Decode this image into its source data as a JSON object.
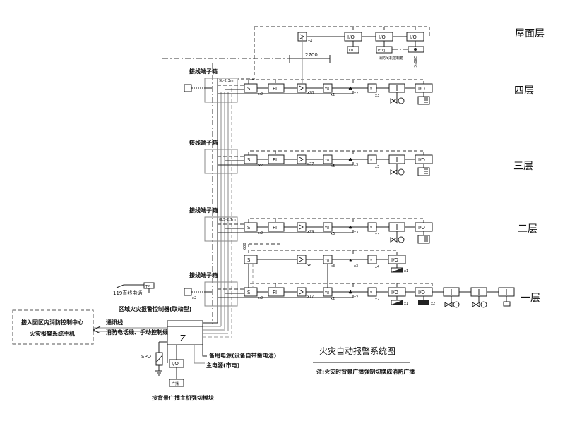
{
  "floors": {
    "roof": "屋面层",
    "f4": "四层",
    "f3": "三层",
    "f2": "二层",
    "f1": "一层"
  },
  "terminal_box": "接线端子箱",
  "terminal_codes": {
    "f4": "9L-2.3m",
    "f2": "0L5-2.7m"
  },
  "symbols": {
    "si": "SI",
    "fi": "FI",
    "io": "I/O",
    "i": "I",
    "dt": "DT",
    "pyfj": "PYFJ",
    "z": "Z",
    "tp": "TP",
    "broadcast": "广播"
  },
  "counts": {
    "roof_detector": "x4",
    "f4": {
      "si": "x2",
      "det": "x28",
      "hyd": "x2",
      "bell": "x2",
      "y": "x3"
    },
    "f3": {
      "si": "x2",
      "det": "x27",
      "hyd": "x3",
      "bell": "x3",
      "y": "x3"
    },
    "f2": {
      "si": "x2",
      "det": "x29",
      "hyd": "x3",
      "bell": "x3",
      "y": "x3"
    },
    "f1b": {
      "det": "x6",
      "hyd": "x3",
      "bell": "x3",
      "y": "x4",
      "io": "x1"
    },
    "f1": {
      "phone": "x2",
      "si": "x2",
      "det": "x17",
      "hyd": "x2",
      "bell": "x2",
      "y": "x2",
      "io1": "x1",
      "io2": "x2"
    }
  },
  "dimensions": {
    "d2700": "2700",
    "d600": "600"
  },
  "roof_labels": {
    "fan_note": "消防风机控制箱",
    "temp": "280°C"
  },
  "left": {
    "hotline": "119直线电话",
    "controller": "区域火灾报警控制器(联动型)",
    "center_line1": "接入园区内消防控制中心",
    "center_line2": "火灾报警系统主机",
    "comm": "通讯线",
    "phone_ctrl": "消防电话线、手动控制线",
    "spd": "SPD",
    "backup_power": "备用电源(设备自带蓄电池)",
    "main_power": "主电源(市电)",
    "bg_broadcast": "接背景广播主机强切模块"
  },
  "legend": {
    "title": "火灾自动报警系统图",
    "note": "注:火灾时背景广播强制切换成消防广播"
  }
}
